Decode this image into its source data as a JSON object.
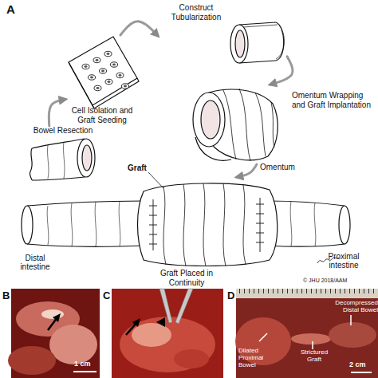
{
  "diagram": {
    "nodes": [
      {
        "text": [
          "Bowel Resection"
        ]
      },
      {
        "text": [
          "Cell Isolation and Graft Seeding"
        ]
      },
      {
        "text": [
          "Construct Tubularization"
        ]
      },
      {
        "text": [
          "Omentum Wrapping and Graft Implantation"
        ]
      },
      {
        "text": [
          "Graft Placed in Continuity"
        ]
      }
    ],
    "edges": [
      {
        "from": 0,
        "to": 1,
        "arrow": "to"
      },
      {
        "from": 1,
        "to": 2,
        "arrow": "to"
      },
      {
        "from": 2,
        "to": 3,
        "arrow": "to"
      },
      {
        "from": 3,
        "to": 4,
        "arrow": "to"
      }
    ],
    "labels": [
      "A",
      "Omentum",
      "Graft",
      "Distal intestine",
      "Proximal intestine",
      "© JHU 2018/AAM",
      "B",
      "1 cm",
      "C",
      "D",
      "2 cm",
      "Dilated Proximal Bowel",
      "Strictured Graft",
      "Decompressed Distal Bowel"
    ]
  }
}
